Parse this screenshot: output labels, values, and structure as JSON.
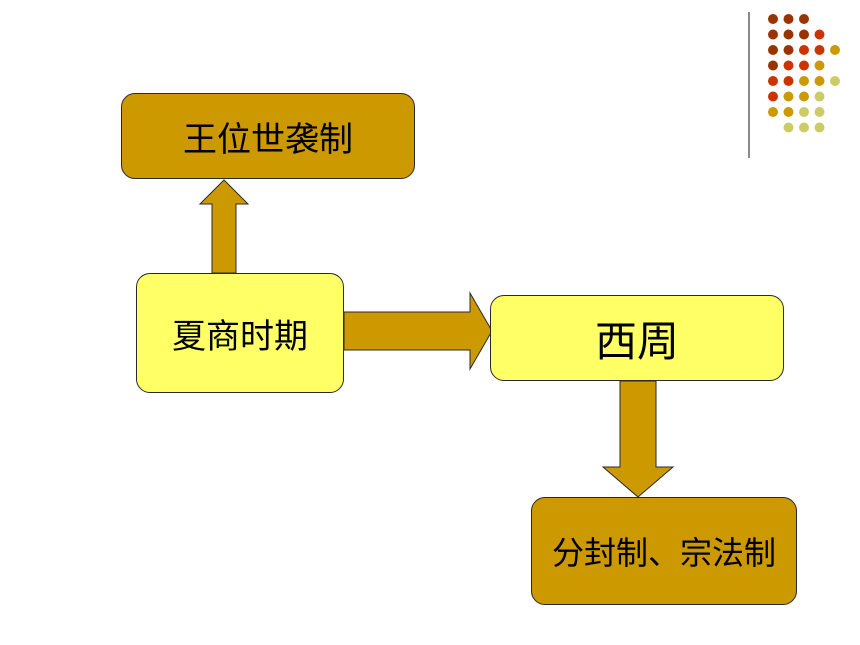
{
  "diagram": {
    "nodes": {
      "hereditary": "王位世袭制",
      "xia_shang": "夏商时期",
      "western_zhou": "西周",
      "feudal_clan": "分封制、宗法制"
    },
    "edges": [
      {
        "from": "夏商时期",
        "to": "王位世袭制"
      },
      {
        "from": "夏商时期",
        "to": "西周"
      },
      {
        "from": "西周",
        "to": "分封制、宗法制"
      }
    ]
  },
  "colors": {
    "gold_box": "#cc9900",
    "yellow_box": "#ffff66",
    "arrow_fill": "#cc9900",
    "dot_dark_red": "#993300",
    "dot_orange_red": "#cc3300",
    "dot_gold": "#cc9900",
    "dot_pale_olive": "#cccc66"
  },
  "decoration": {
    "dot_grid": [
      [
        "dot_dark_red",
        "dot_dark_red",
        "dot_dark_red",
        null,
        null
      ],
      [
        "dot_dark_red",
        "dot_dark_red",
        "dot_dark_red",
        "dot_orange_red",
        null
      ],
      [
        "dot_dark_red",
        "dot_dark_red",
        "dot_orange_red",
        "dot_orange_red",
        "dot_gold"
      ],
      [
        "dot_dark_red",
        "dot_orange_red",
        "dot_orange_red",
        "dot_gold",
        null
      ],
      [
        "dot_orange_red",
        "dot_orange_red",
        "dot_gold",
        "dot_gold",
        "dot_pale_olive"
      ],
      [
        "dot_orange_red",
        "dot_gold",
        "dot_gold",
        "dot_pale_olive",
        null
      ],
      [
        "dot_gold",
        "dot_gold",
        "dot_pale_olive",
        "dot_pale_olive",
        null
      ],
      [
        null,
        "dot_pale_olive",
        "dot_pale_olive",
        "dot_pale_olive",
        null
      ]
    ]
  }
}
